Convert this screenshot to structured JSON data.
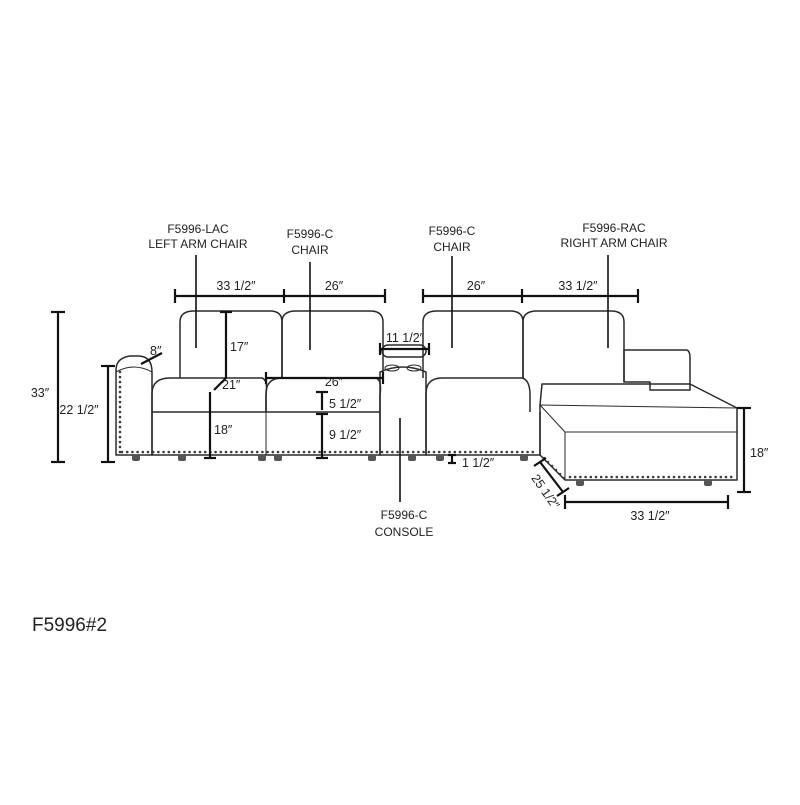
{
  "modules": {
    "lac": {
      "code": "F5996-LAC",
      "name": "LEFT ARM CHAIR"
    },
    "chair_left": {
      "code": "F5996-C",
      "name": "CHAIR"
    },
    "chair_right": {
      "code": "F5996-C",
      "name": "CHAIR"
    },
    "rac": {
      "code": "F5996-RAC",
      "name": "RIGHT ARM CHAIR"
    },
    "console": {
      "code": "F5996-C",
      "name": "CONSOLE"
    }
  },
  "dimensions": {
    "lac_width": "33 1/2″",
    "chair_left_width": "26″",
    "chair_right_width": "26″",
    "rac_width": "33 1/2″",
    "overall_height": "33″",
    "arm_height": "22 1/2″",
    "arm_width": "8″",
    "back_height": "17″",
    "seat_depth": "21″",
    "seat_width": "26″",
    "seat_height": "18″",
    "console_width": "11 1/2″",
    "cushion_thickness": "5 1/2″",
    "base_height": "9 1/2″",
    "leg_height": "1 1/2″",
    "ottoman_height": "18″",
    "ottoman_depth": "25 1/2″",
    "ottoman_width": "33 1/2″"
  },
  "model_number": "F5996#2"
}
